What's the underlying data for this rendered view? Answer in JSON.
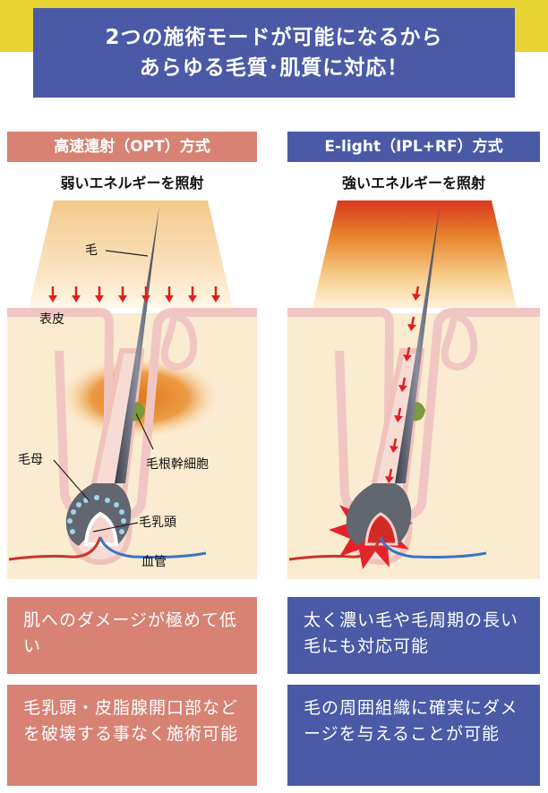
{
  "title": {
    "line1": "2つの施術モードが可能になるから",
    "line2": "あらゆる毛質･肌質に対応！"
  },
  "modes": {
    "left": {
      "label": "高速連射（OPT）方式",
      "energy": "弱いエネルギーを照射",
      "callouts": {
        "hair": "毛",
        "epidermis": "表皮",
        "hair_matrix": "毛母",
        "stem_cell": "毛根幹細胞",
        "papilla": "毛乳頭",
        "blood_vessel": "血管"
      },
      "benefits": [
        "肌へのダメージが極めて低い",
        "毛乳頭・皮脂腺開口部などを破壊する事なく施術可能"
      ]
    },
    "right": {
      "label": "E-light（IPL+RF）方式",
      "energy": "強いエネルギーを照射",
      "benefits": [
        "太く濃い毛や毛周期の長い毛にも対応可能",
        "毛の周囲組織に確実にダメージを与えることが可能"
      ]
    }
  },
  "colors": {
    "accent_blue": "#4a5aa6",
    "accent_salmon": "#d78273",
    "yellow_band": "#e8d534"
  }
}
